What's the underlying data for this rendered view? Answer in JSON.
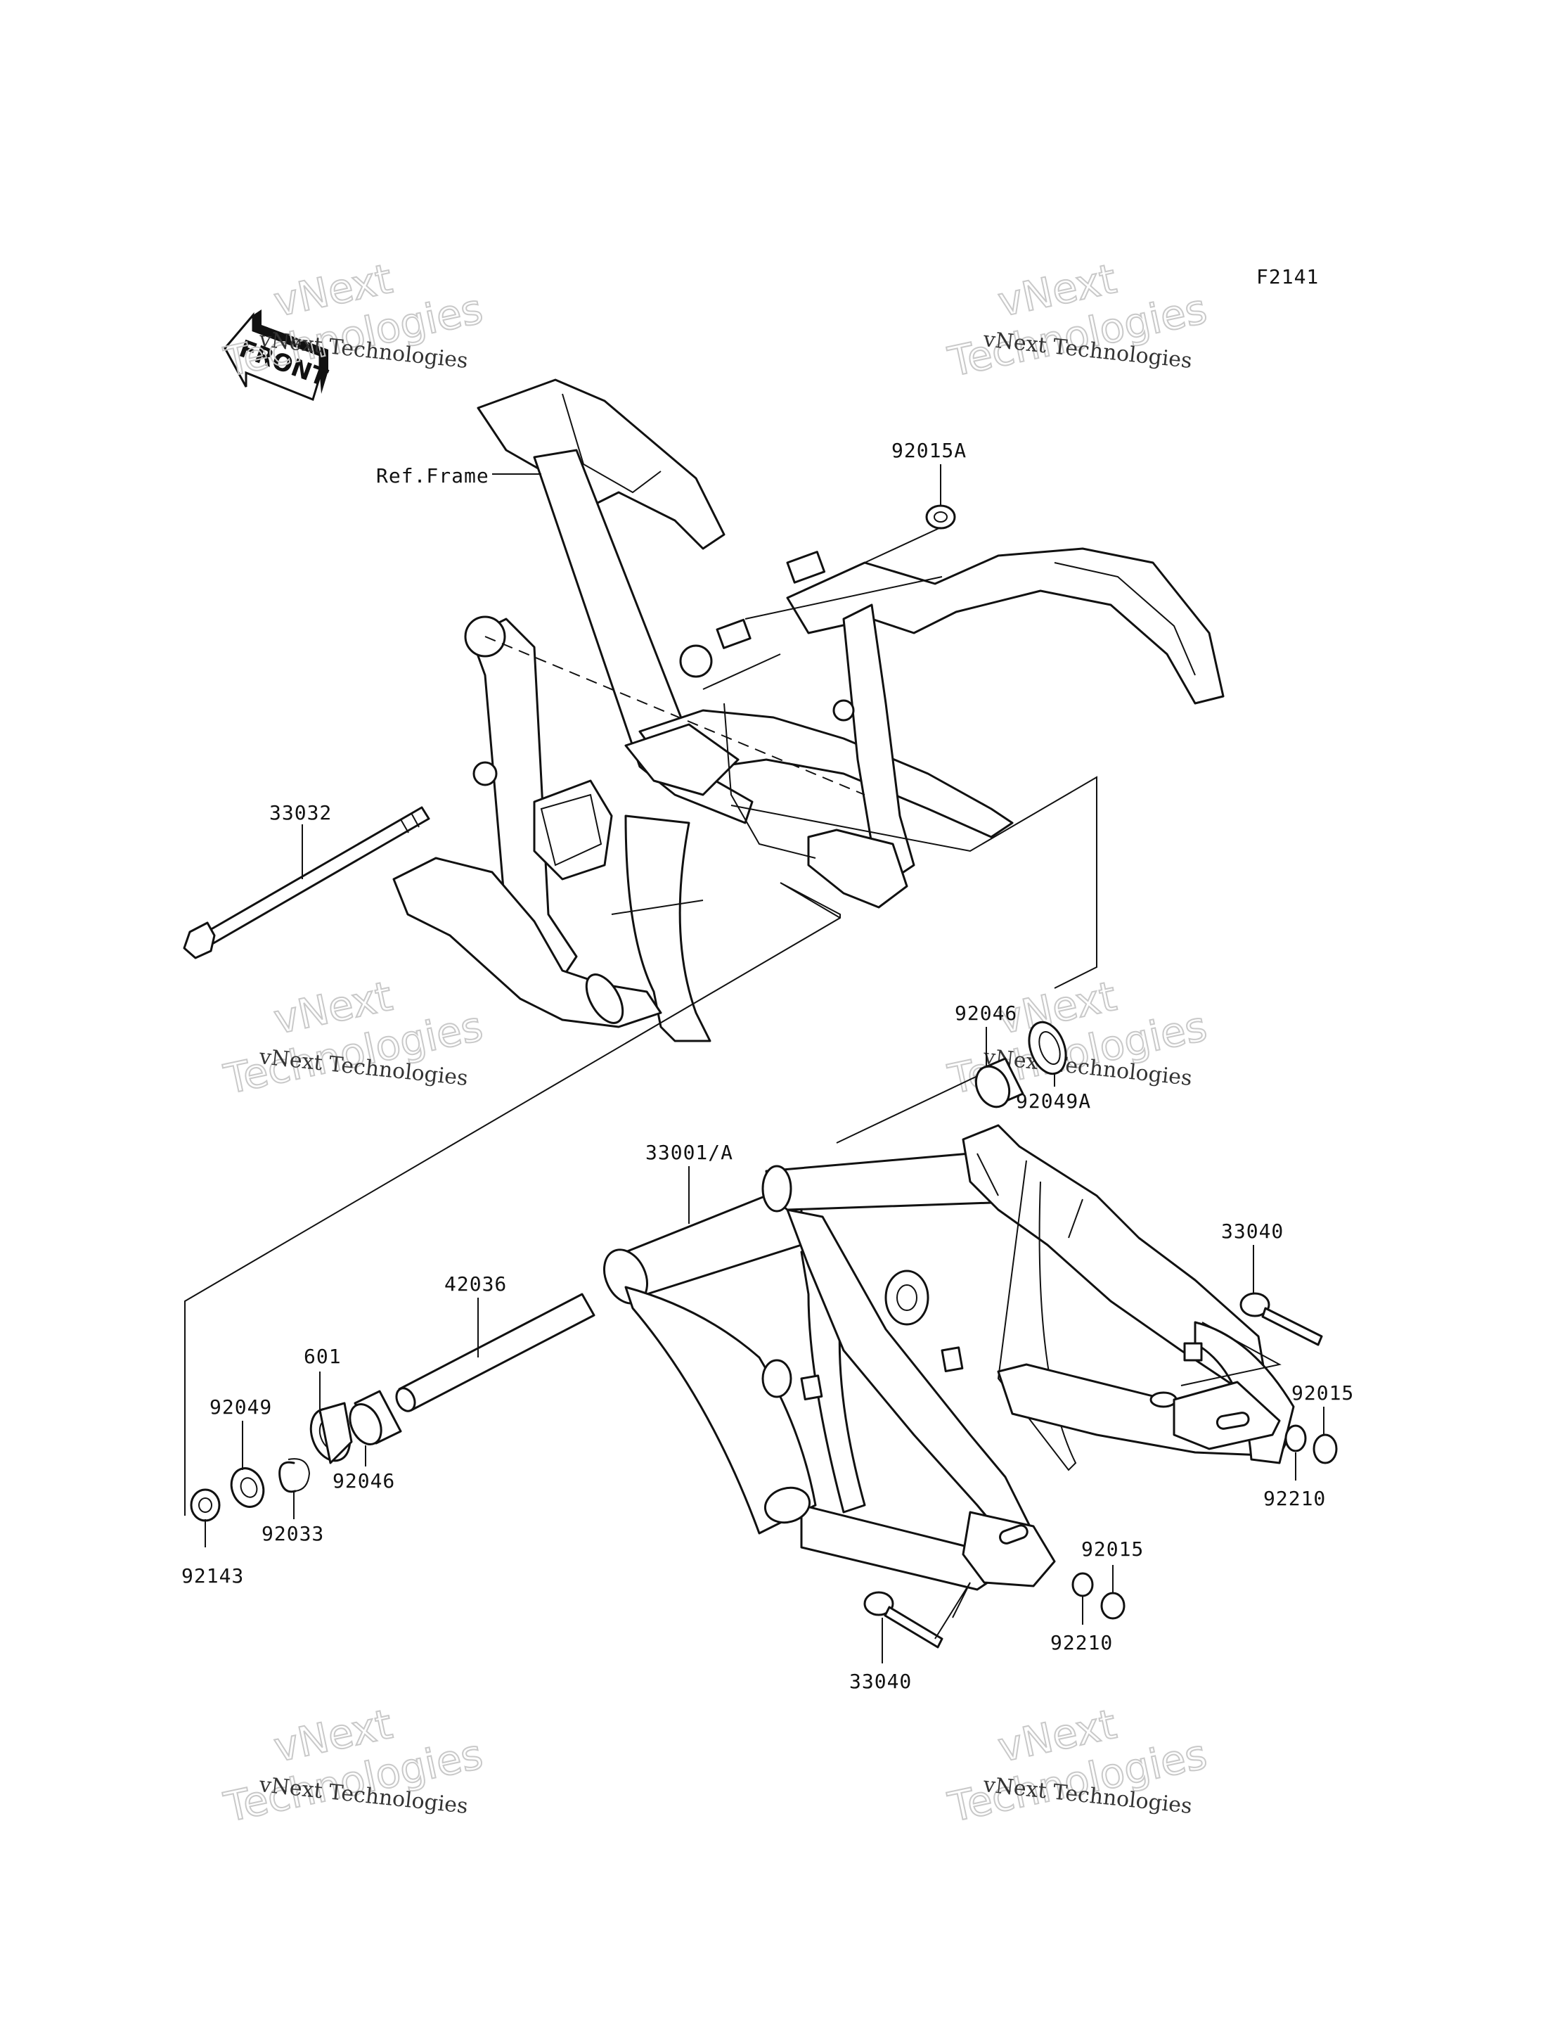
{
  "diagram_code": "F2141",
  "front_badge": "FRONT",
  "watermark": {
    "line1": "vNext Technologies",
    "big_top": "vNext",
    "big_bottom": "Technologies"
  },
  "labels": {
    "ref_frame": "Ref.Frame",
    "p92015A": "92015A",
    "p33032": "33032",
    "p92046_top": "92046",
    "p92049A": "92049A",
    "p33001A": "33001/A",
    "p33040_right": "33040",
    "p42036": "42036",
    "p601": "601",
    "p92049": "92049",
    "p92046_bottom": "92046",
    "p92033": "92033",
    "p92143": "92143",
    "p92015_right": "92015",
    "p92210_right": "92210",
    "p92015_lower": "92015",
    "p92210_lower": "92210",
    "p33040_bottom": "33040"
  }
}
